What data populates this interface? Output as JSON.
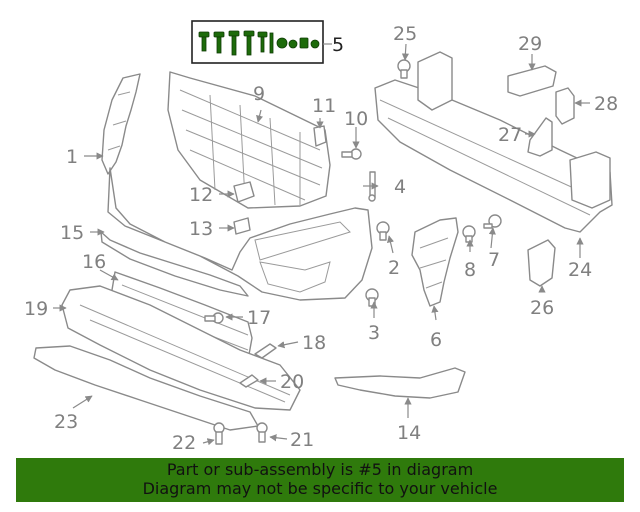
{
  "colors": {
    "banner_bg": "#2f7a0c",
    "banner_text": "#111111",
    "line": "#8a8a8a",
    "label": "#808080",
    "highlight_parts": "#1d6b0a"
  },
  "callouts": [
    "1",
    "2",
    "3",
    "4",
    "5",
    "6",
    "7",
    "8",
    "9",
    "10",
    "11",
    "12",
    "13",
    "14",
    "15",
    "16",
    "17",
    "18",
    "19",
    "20",
    "21",
    "22",
    "23",
    "24",
    "25",
    "26",
    "27",
    "28",
    "29"
  ],
  "highlight": {
    "part": "5"
  },
  "banner": {
    "line1": "Part or sub-assembly is #5 in diagram",
    "line2": "Diagram may not be specific to your vehicle"
  }
}
